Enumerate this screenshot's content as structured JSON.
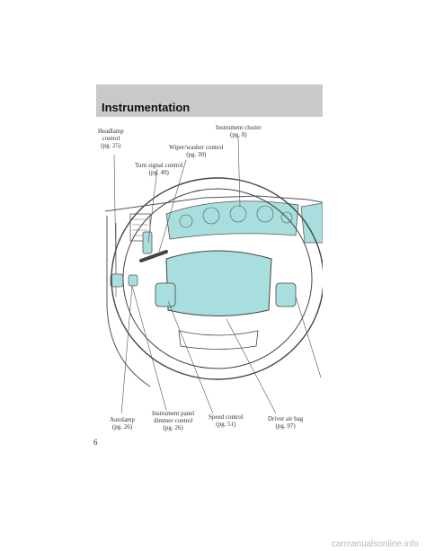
{
  "header": {
    "title": "Instrumentation"
  },
  "callouts": {
    "headlamp": {
      "l1": "Headlamp",
      "l2": "control",
      "l3": "(pg. 25)"
    },
    "turn_signal": {
      "l1": "Turn signal control",
      "l2": "(pg. 49)"
    },
    "wiper": {
      "l1": "Wiper/washer control",
      "l2": "(pg. 30)"
    },
    "cluster": {
      "l1": "Instrument cluster",
      "l2": "(pg. 8)"
    },
    "autolamp": {
      "l1": "Autolamp",
      "l2": "(pg. 26)"
    },
    "dimmer": {
      "l1": "Instrument panel",
      "l2": "dimmer control",
      "l3": "(pg. 26)"
    },
    "speed": {
      "l1": "Speed control",
      "l2": "(pg. 51)"
    },
    "airbag": {
      "l1": "Driver air bag",
      "l2": "(pg. 97)"
    }
  },
  "page_number": "6",
  "watermark": "carmanualsonline.info",
  "colors": {
    "highlight": "#a9dedf",
    "header_bar": "#c9c9c9",
    "line": "#555555"
  }
}
